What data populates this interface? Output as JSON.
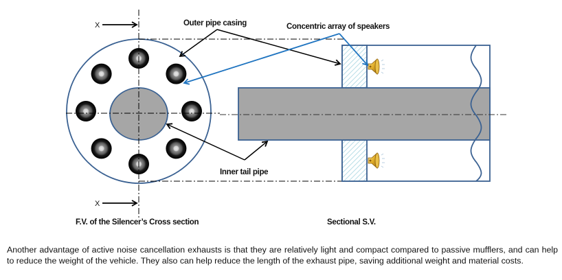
{
  "diagram": {
    "labels": {
      "outer_pipe_casing": "Outer pipe casing",
      "concentric_array": "Concentric array of speakers",
      "inner_tail_pipe": "Inner tail pipe",
      "front_view_caption": "F.V. of the Silencer’s Cross section",
      "side_view_caption": "Sectional S.V.",
      "section_marker_top": "X",
      "section_marker_bottom": "X"
    },
    "front_view": {
      "speaker_count": 8
    },
    "side_view": {
      "speaker_count": 2
    },
    "colors": {
      "outline": "#3a6192",
      "pipe_fill": "#a6a6a6",
      "leader_black": "#000000",
      "leader_blue": "#1f74c0",
      "hatch": "#b7dde6",
      "speaker_gold": "#e0a820"
    }
  },
  "caption": {
    "text": "Another advantage of active noise cancellation exhausts is that they are relatively light and compact compared to passive mufflers, and can help to reduce the weight of the vehicle. They also can help reduce the length of the exhaust pipe, saving additional weight and material costs."
  }
}
